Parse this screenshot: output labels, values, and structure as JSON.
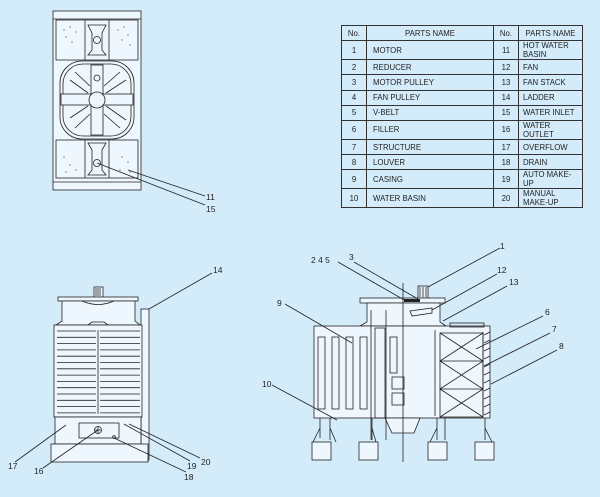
{
  "table": {
    "headers": [
      "No.",
      "PARTS NAME",
      "No.",
      "PARTS NAME"
    ],
    "rows": [
      [
        "1",
        "MOTOR",
        "11",
        "HOT WATER BASIN"
      ],
      [
        "2",
        "REDUCER",
        "12",
        "FAN"
      ],
      [
        "3",
        "MOTOR PULLEY",
        "13",
        "FAN STACK"
      ],
      [
        "4",
        "FAN PULLEY",
        "14",
        "LADDER"
      ],
      [
        "5",
        "V-BELT",
        "15",
        "WATER INLET"
      ],
      [
        "6",
        "FILLER",
        "16",
        "WATER OUTLET"
      ],
      [
        "7",
        "STRUCTURE",
        "17",
        "OVERFLOW"
      ],
      [
        "8",
        "LOUVER",
        "18",
        "DRAIN"
      ],
      [
        "9",
        "CASING",
        "19",
        "AUTO MAKE-UP"
      ],
      [
        "10",
        "WATER BASIN",
        "20",
        "MANUAL MAKE-UP"
      ]
    ]
  },
  "callouts": {
    "plan": {
      "c11": "11",
      "c15": "15"
    },
    "front": {
      "c14": "14",
      "c17": "17",
      "c16": "16",
      "c18": "18",
      "c19": "19",
      "c20": "20"
    },
    "side": {
      "c1": "1",
      "c245": "2 4 5",
      "c3": "3",
      "c12": "12",
      "c13": "13",
      "c6": "6",
      "c7": "7",
      "c8": "8",
      "c9": "9",
      "c10": "10"
    }
  }
}
